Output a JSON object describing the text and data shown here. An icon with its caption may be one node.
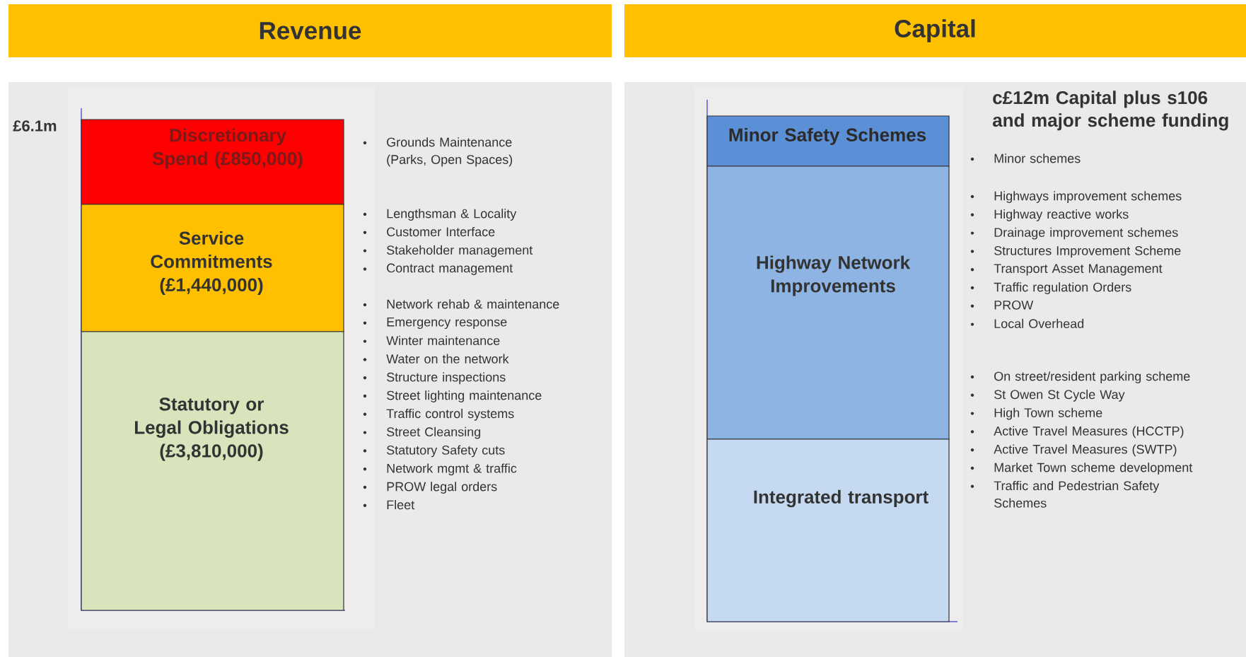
{
  "diagram": {
    "nodes": [
      {
        "text": [
          "Revenue"
        ]
      },
      {
        "text": [
          "Capital"
        ]
      },
      {
        "text": [
          "Discretionary Spend (£850,000)"
        ],
        "beside": [
          "Grounds Maintenance (Parks, Open Spaces)"
        ]
      },
      {
        "text": [
          "Service Commitments (£1,440,000)"
        ],
        "beside": [
          "Lengthsman & Locality",
          "Customer Interface",
          "Stakeholder management",
          "Contract management"
        ]
      },
      {
        "text": [
          "Statutory or Legal Obligations (£3,810,000)"
        ],
        "beside": [
          "Network rehab & maintenance",
          "Emergency response",
          "Winter maintenance",
          "Water on the network",
          "Structure inspections",
          "Street lighting maintenance",
          "Traffic control systems",
          "Street Cleansing",
          "Statutory Safety cuts",
          "Network mgmt & traffic",
          "PROW legal orders",
          "Fleet"
        ]
      },
      {
        "text": [
          "Minor Safety Schemes"
        ],
        "beside": [
          "Minor schemes"
        ]
      },
      {
        "text": [
          "Highway Network Improvements"
        ],
        "beside": [
          "Highways improvement schemes",
          "Highway reactive works",
          "Drainage improvement schemes",
          "Structures Improvement Scheme",
          "Transport Asset Management",
          "Traffic regulation Orders",
          "PROW",
          "Local Overhead"
        ]
      },
      {
        "text": [
          "Integrated transport"
        ],
        "beside": [
          "On street/resident parking scheme",
          "St Owen St Cycle Way",
          "High Town scheme",
          "Active Travel Measures (HCCTP)",
          "Active Travel Measures (SWTP)",
          "Market Town scheme development",
          "Traffic and Pedestrian Safety Schemes"
        ]
      }
    ],
    "labels": [
      "£6.1m",
      "c£12m Capital plus s106 and major scheme funding"
    ]
  }
}
